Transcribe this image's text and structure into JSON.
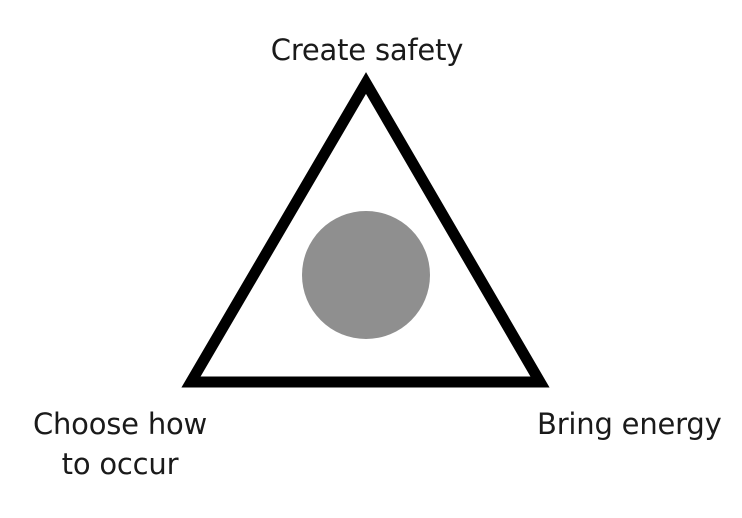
{
  "diagram": {
    "vertices": {
      "top": "Create safety",
      "bottom_right": "Bring energy",
      "bottom_left_line1": "Choose how",
      "bottom_left_line2": "to occur"
    },
    "colors": {
      "background": "#ffffff",
      "outline": "#000000",
      "center_circle": "#8f8f8f",
      "text": "#1a1a1a"
    }
  }
}
